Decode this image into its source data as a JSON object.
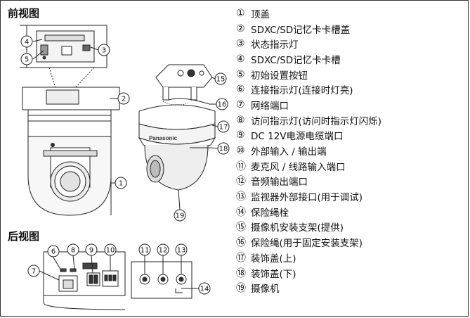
{
  "front_view": {
    "title": "前视图"
  },
  "rear_view": {
    "title": "后视图"
  },
  "legend": [
    {
      "num": "①",
      "label": "顶盖"
    },
    {
      "num": "②",
      "label": "SDXC/SD记忆卡卡槽盖"
    },
    {
      "num": "③",
      "label": "状态指示灯"
    },
    {
      "num": "④",
      "label": "SDXC/SD记忆卡卡槽"
    },
    {
      "num": "⑤",
      "label": "初始设置按钮"
    },
    {
      "num": "⑥",
      "label": "连接指示灯(连接时灯亮)"
    },
    {
      "num": "⑦",
      "label": "网络端口"
    },
    {
      "num": "⑧",
      "label": "访问指示灯(访问时指示灯闪烁)"
    },
    {
      "num": "⑨",
      "label": "DC 12V电源电缆端口"
    },
    {
      "num": "⑩",
      "label": "外部输入 / 输出端"
    },
    {
      "num": "⑪",
      "label": "麦克风 / 线路输入端口"
    },
    {
      "num": "⑫",
      "label": "音频输出端口"
    },
    {
      "num": "⑬",
      "label": "监视器外部接口(用于调试)"
    },
    {
      "num": "⑭",
      "label": "保险绳栓"
    },
    {
      "num": "⑮",
      "label": "摄像机安装支架(提供)"
    },
    {
      "num": "⑯",
      "label": "保险绳(用于固定安装支架)"
    },
    {
      "num": "⑰",
      "label": "装饰盖(上)"
    },
    {
      "num": "⑱",
      "label": "装饰盖(下)"
    },
    {
      "num": "⑲",
      "label": "摄像机"
    }
  ],
  "callouts": {
    "c1": "1",
    "c2": "2",
    "c3": "3",
    "c4": "4",
    "c5": "5",
    "c6": "6",
    "c7": "7",
    "c8": "8",
    "c9": "9",
    "c10": "10",
    "c11": "11",
    "c12": "12",
    "c13": "13",
    "c14": "14",
    "c15": "15",
    "c16": "16",
    "c17": "17",
    "c18": "18",
    "c19": "19"
  },
  "brand": "Panasonic"
}
